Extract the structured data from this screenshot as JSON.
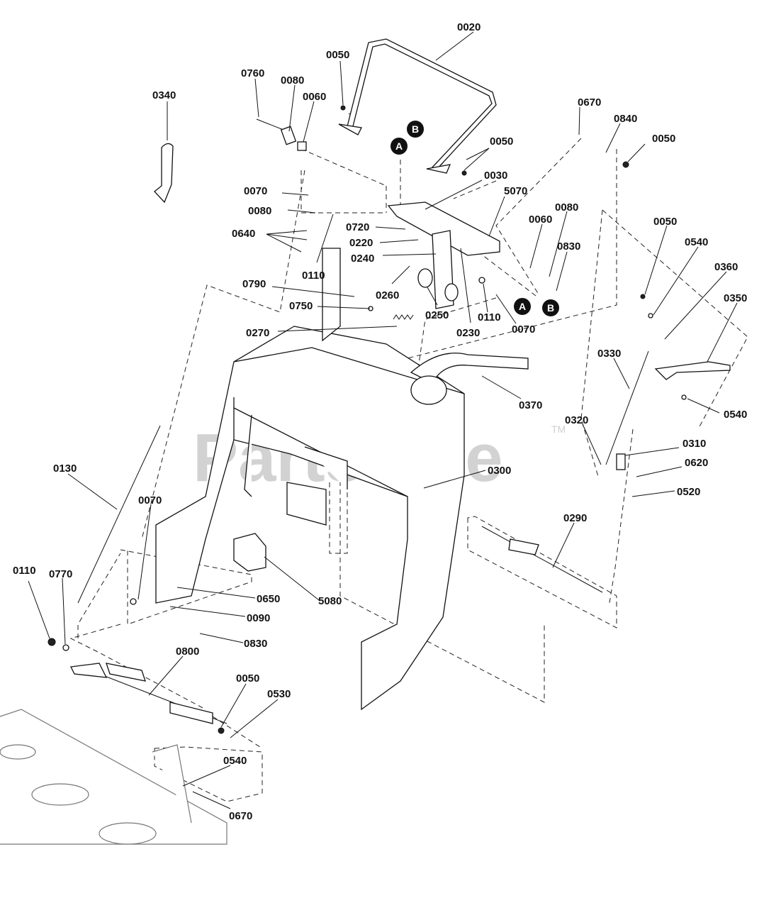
{
  "watermark": {
    "text": "PartsTree",
    "trademark": "TM"
  },
  "callouts": {
    "a": "A",
    "b": "B"
  },
  "labels": {
    "p0020": "0020",
    "p0050_top": "0050",
    "p0760": "0760",
    "p0080_top": "0080",
    "p0060_top": "0060",
    "p0340": "0340",
    "p0670_top": "0670",
    "p0840": "0840",
    "p0050_topright": "0050",
    "p0050_mid": "0050",
    "p0030": "0030",
    "p5070": "5070",
    "p0070_a": "0070",
    "p0080_b": "0080",
    "p0640": "0640",
    "p0720": "0720",
    "p0220": "0220",
    "p0240": "0240",
    "p0110_a": "0110",
    "p0060_b": "0060",
    "p0080_c": "0080",
    "p0830_a": "0830",
    "p0790": "0790",
    "p0750": "0750",
    "p0260": "0260",
    "p0250": "0250",
    "p0110_b": "0110",
    "p0070_b": "0070",
    "p0230": "0230",
    "p0270": "0270",
    "p0050_right": "0050",
    "p0540_a": "0540",
    "p0360": "0360",
    "p0350": "0350",
    "p0330": "0330",
    "p0370": "0370",
    "p0540_b": "0540",
    "p0320": "0320",
    "p0310": "0310",
    "p0620": "0620",
    "p0520": "0520",
    "p0300": "0300",
    "p0130": "0130",
    "p0070_c": "0070",
    "p0290": "0290",
    "p0110_c": "0110",
    "p0770": "0770",
    "p0650": "0650",
    "p0090": "0090",
    "p5080": "5080",
    "p0830_b": "0830",
    "p0800": "0800",
    "p0050_bottom": "0050",
    "p0530": "0530",
    "p0540_c": "0540",
    "p0670_bottom": "0670"
  }
}
